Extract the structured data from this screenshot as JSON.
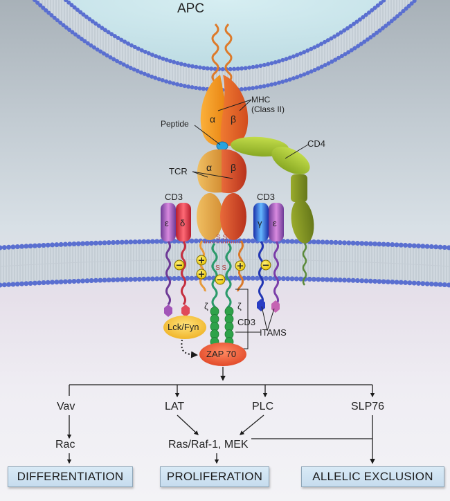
{
  "title_cell": "APC",
  "labels": {
    "mhc_line1": "MHC",
    "mhc_line2": "(Class II)",
    "peptide": "Peptide",
    "cd4": "CD4",
    "tcr": "TCR",
    "cd3_left": "CD3",
    "cd3_right": "CD3",
    "cd3_mid": "CD3",
    "itams": "ITAMS",
    "lck_fyn": "Lck/Fyn",
    "zap70": "ZAP 70",
    "ss_top": "S S",
    "ss_mid": "S S"
  },
  "chains": {
    "mhc_alpha": "α",
    "mhc_beta": "β",
    "tcr_alpha": "α",
    "tcr_beta": "β",
    "cd3_epsilon_left": "ε",
    "cd3_delta": "δ",
    "cd3_gamma": "γ",
    "cd3_epsilon_right": "ε",
    "zeta_left": "ζ",
    "zeta_right": "ζ"
  },
  "charges": [
    "−",
    "+",
    "+",
    "−",
    "+",
    "−"
  ],
  "pathway": {
    "nodes": [
      "Vav",
      "LAT",
      "PLC",
      "SLP76"
    ],
    "second_tier": [
      "Rac",
      "Ras/Raf-1, MEK"
    ],
    "outcomes": [
      "DIFFERENTIATION",
      "PROLIFERATION",
      "ALLELIC EXCLUSION"
    ]
  },
  "colors": {
    "membrane_head": "#5a6fd0",
    "mhc_alpha": "#f39a1e",
    "mhc_beta": "#e9652a",
    "tcr_alpha": "#e2a64a",
    "tcr_beta": "#d9562c",
    "cd4": "#9dbf2a",
    "cd4_dark": "#7d9424",
    "peptide": "#2aa3de",
    "zeta": "#2fa24a",
    "lck": "#f2c43a",
    "zap": "#ea5a36",
    "charge": "#f5dc1c"
  }
}
